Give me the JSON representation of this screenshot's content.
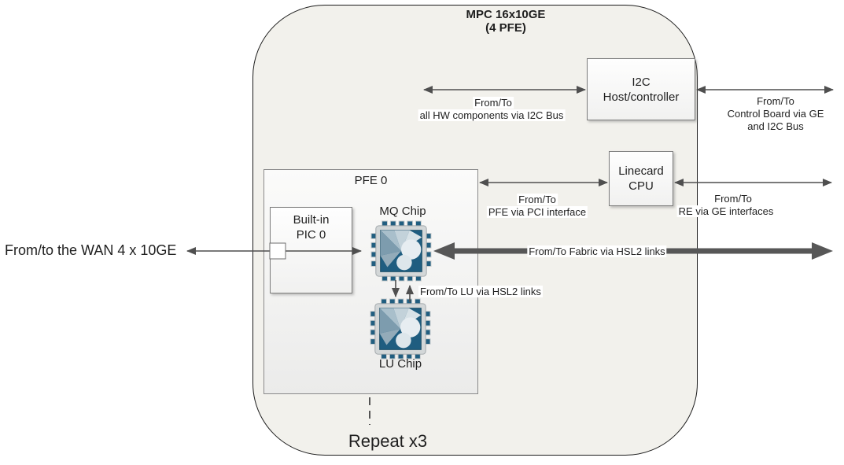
{
  "title": {
    "line1": "MPC 16x10GE",
    "line2": "(4 PFE)"
  },
  "boxes": {
    "i2c": {
      "line1": "I2C",
      "line2": "Host/controller"
    },
    "cpu": {
      "line1": "Linecard",
      "line2": "CPU"
    },
    "pfe": {
      "title": "PFE 0"
    },
    "pic": {
      "line1": "Built-in",
      "line2": "PIC 0"
    }
  },
  "chips": {
    "mq": "MQ Chip",
    "lu": "LU Chip"
  },
  "labels": {
    "wan": "From/to the WAN 4 x 10GE",
    "i2c_from": "From/To",
    "i2c_via": "all HW components via I2C Bus",
    "cb_from": "From/To",
    "cb_via1": "Control Board via GE",
    "cb_via2": "and I2C Bus",
    "pci_from": "From/To",
    "pci_via": "PFE via PCI interface",
    "re_from": "From/To",
    "re_via": "RE via GE interfaces",
    "fabric": "From/To Fabric via HSL2 links",
    "lu_link": "From/To LU via HSL2 links",
    "repeat": "Repeat x3"
  },
  "colors": {
    "chip_body": "#1f5d80",
    "arrow": "#4f4f4f",
    "panel_fill": "#f2f1ec"
  }
}
